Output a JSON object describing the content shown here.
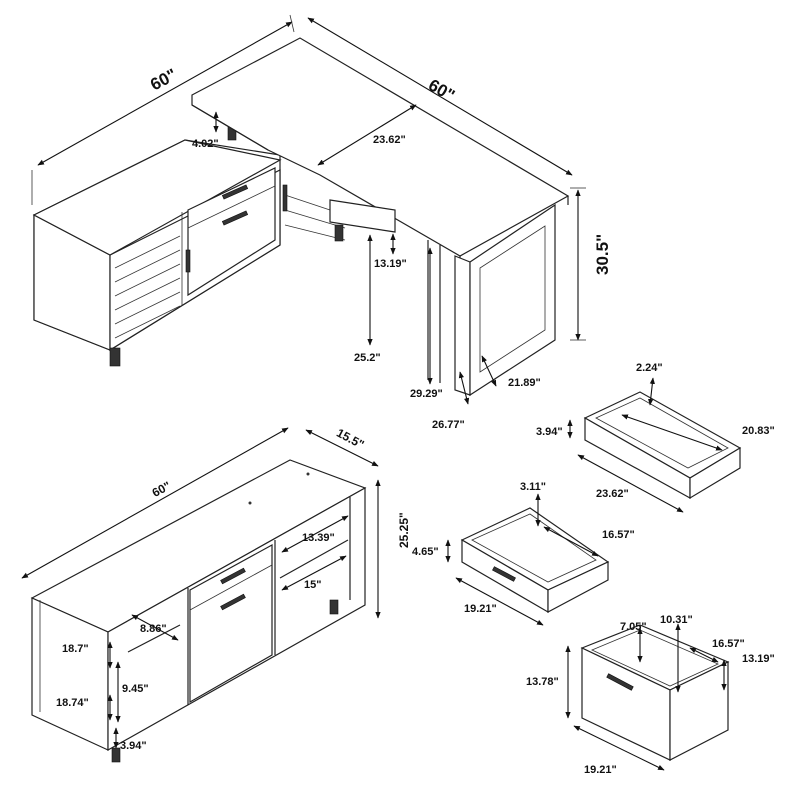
{
  "desk": {
    "top_left_width": "60\"",
    "top_right_width": "60\"",
    "leg_inset": "4.02\"",
    "return_depth": "23.62\"",
    "drawer_height": "13.19\"",
    "knee_clearance": "25.2\"",
    "height": "30.5\"",
    "leg_height": "29.29\"",
    "frame_width": "21.89\"",
    "frame_height": "26.77\""
  },
  "credenza": {
    "width": "60\"",
    "depth": "15.5\"",
    "height": "25.25\"",
    "upper_shelf_width": "13.39\"",
    "lower_shelf_width": "15\"",
    "left_shelf_depth": "8.86\"",
    "upper_opening": "18.7\"",
    "lower_opening_height": "9.45\"",
    "lower_opening": "18.74\"",
    "base_height": "3.94\""
  },
  "drawer_large": {
    "depth": "2.24\"",
    "height": "3.94\"",
    "inner_length": "20.83\"",
    "outer_length": "23.62\""
  },
  "drawer_medium": {
    "depth": "3.11\"",
    "height": "4.65\"",
    "inner_length": "16.57\"",
    "width": "19.21\""
  },
  "drawer_file": {
    "depth_a": "7.05\"",
    "depth_b": "10.31\"",
    "inner_length": "16.57\"",
    "side_height": "13.19\"",
    "height": "13.78\"",
    "width": "19.21\""
  }
}
